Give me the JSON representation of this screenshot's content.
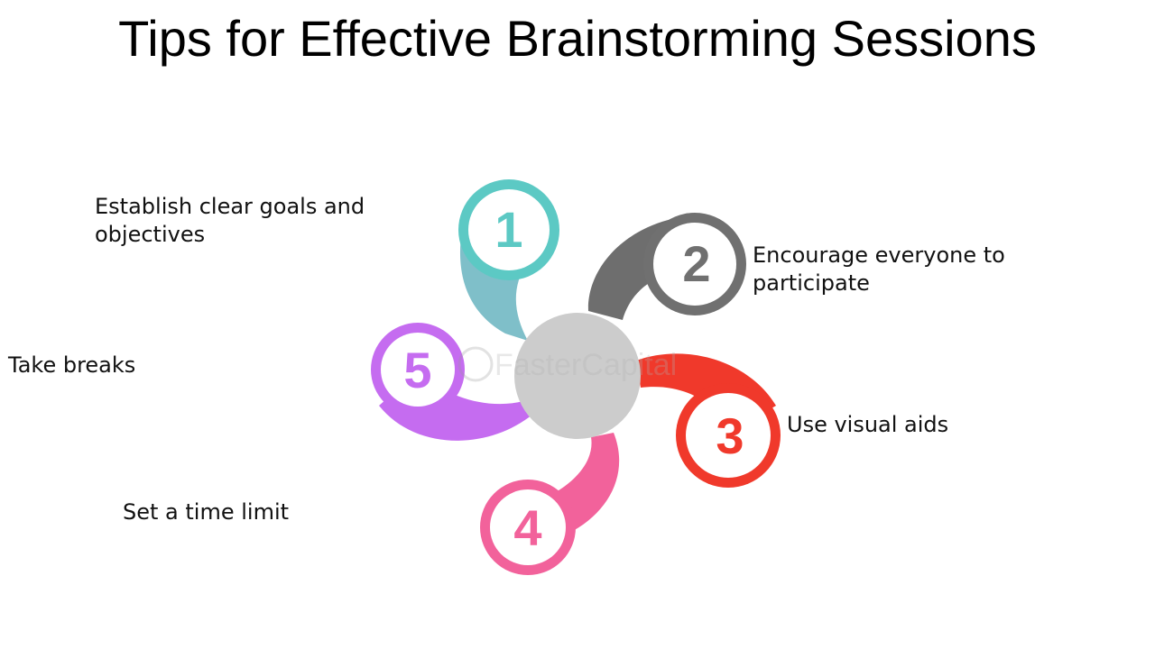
{
  "title": "Tips for Effective Brainstorming Sessions",
  "steps": [
    {
      "number": "1",
      "line1": "Establish clear goals and",
      "line2": "objectives",
      "color": "#5cc9c4"
    },
    {
      "number": "2",
      "line1": "Encourage everyone to",
      "line2": "participate",
      "color": "#707070"
    },
    {
      "number": "3",
      "line1": "Use visual aids",
      "line2": "",
      "color": "#f0392b"
    },
    {
      "number": "4",
      "line1": "Set a time limit",
      "line2": "",
      "color": "#f2629b"
    },
    {
      "number": "5",
      "line1": "Take breaks",
      "line2": "",
      "color": "#c56cf0"
    }
  ],
  "hub_color": "#cccccc",
  "watermark": "FasterCapital"
}
